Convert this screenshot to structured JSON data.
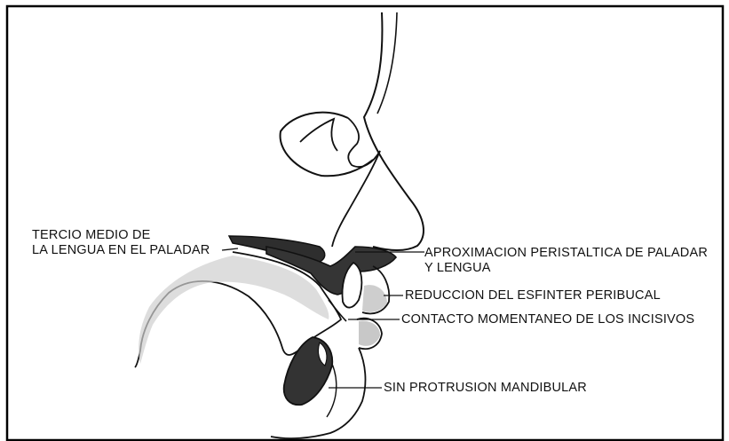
{
  "labels": {
    "tongue_palate_line1": "TERCIO MEDIO DE",
    "tongue_palate_line2": "LA LENGUA EN EL PALADAR",
    "peristaltic_line1": "APROXIMACION PERISTALTICA DE PALADAR",
    "peristaltic_line2": "Y LENGUA",
    "sphincter": "REDUCCION DEL ESFINTER PERIBUCAL",
    "incisors": "CONTACTO MOMENTANEO DE LOS INCISIVOS",
    "mandible": "SIN PROTRUSION MANDIBULAR"
  },
  "colors": {
    "ink": "#111111",
    "shade": "#3a3a3a",
    "frame": "#000000"
  }
}
